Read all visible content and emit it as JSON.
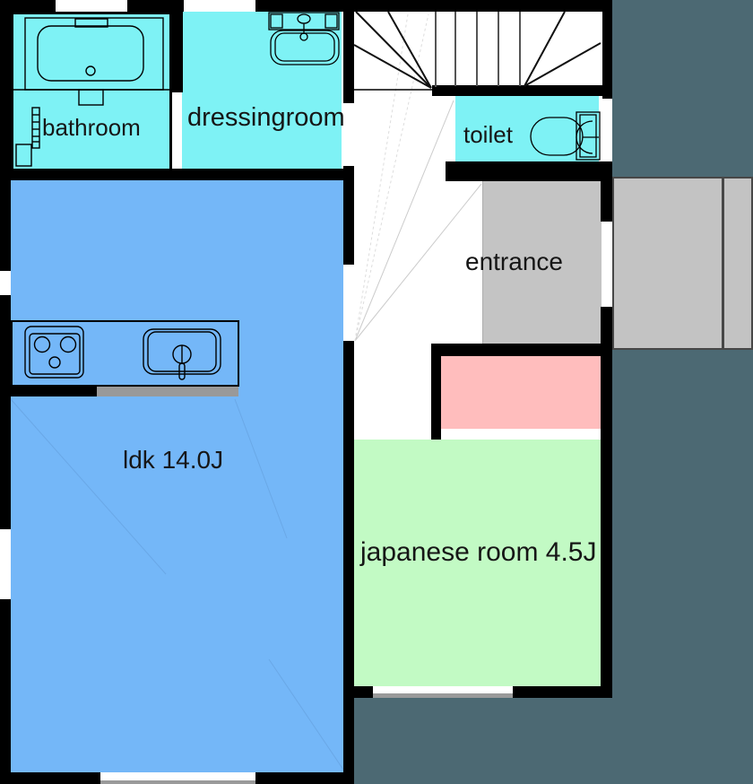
{
  "scene": {
    "kind": "house floor plan, first floor"
  },
  "rooms": {
    "bathroom": {
      "label": "bathroom",
      "color": "#7ef2f5"
    },
    "dressingroom": {
      "label": "dressingroom",
      "color": "#7ef2f5"
    },
    "toilet": {
      "label": "toilet",
      "color": "#7ef2f5"
    },
    "entrance": {
      "label": "entrance",
      "color": "#c4c4c4"
    },
    "ldk": {
      "label": "ldk 14.0J",
      "color": "#74b7f8"
    },
    "japanese_room": {
      "label": "japanese room 4.5J",
      "color": "#c2fac4"
    },
    "closet": {
      "color": "#ffbdbd"
    },
    "porch": {
      "color": "#c3c3c3"
    },
    "stairs": {
      "color": "#ffffff"
    }
  },
  "colors": {
    "wall": "#000000",
    "exterior": "#4c6973",
    "counter_gray": "#999999",
    "window_sill": "#9a9a9a",
    "stair_tread_line": "#555555",
    "porch_line": "#474747"
  },
  "icons": {
    "bathroom": "bathtub-icon",
    "dressingroom": "washbasin-icon",
    "toilet": "toilet-icon",
    "kitchen": [
      "stove-icon",
      "kitchen-sink-icon"
    ],
    "stairs": "stairs-icon"
  }
}
